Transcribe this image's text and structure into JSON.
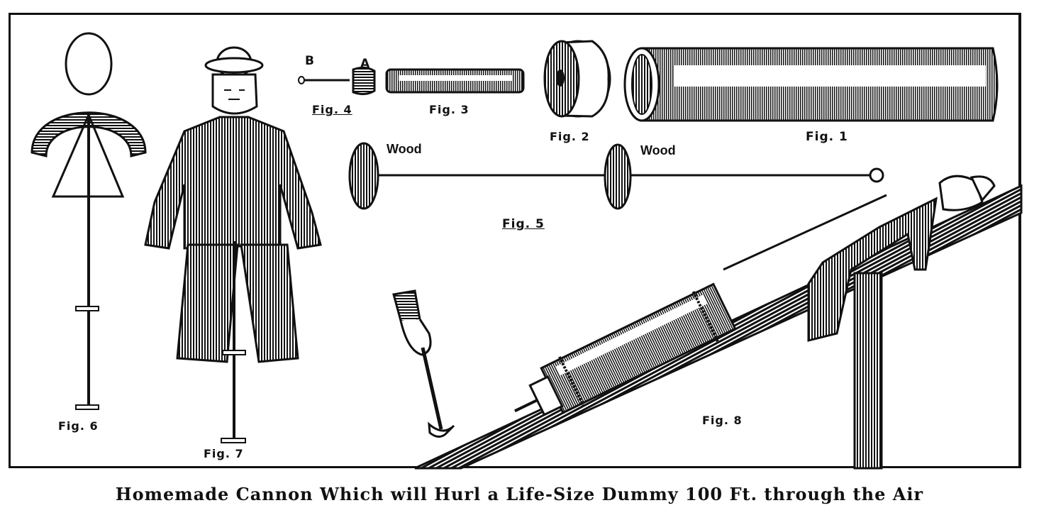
{
  "caption": "Homemade Cannon Which will Hurl a Life-Size Dummy 100 Ft. through the Air",
  "figures": {
    "fig1": "Fig. 1",
    "fig2": "Fig. 2",
    "fig3": "Fig. 3",
    "fig4": "Fig. 4",
    "fig5": "Fig. 5",
    "fig6": "Fig. 6",
    "fig7": "Fig. 7",
    "fig8": "Fig. 8"
  },
  "part_labels": {
    "a": "A",
    "b": "B",
    "wood_left": "Wood",
    "wood_right": "Wood"
  },
  "colors": {
    "ink": "#111111",
    "paper": "#ffffff"
  }
}
